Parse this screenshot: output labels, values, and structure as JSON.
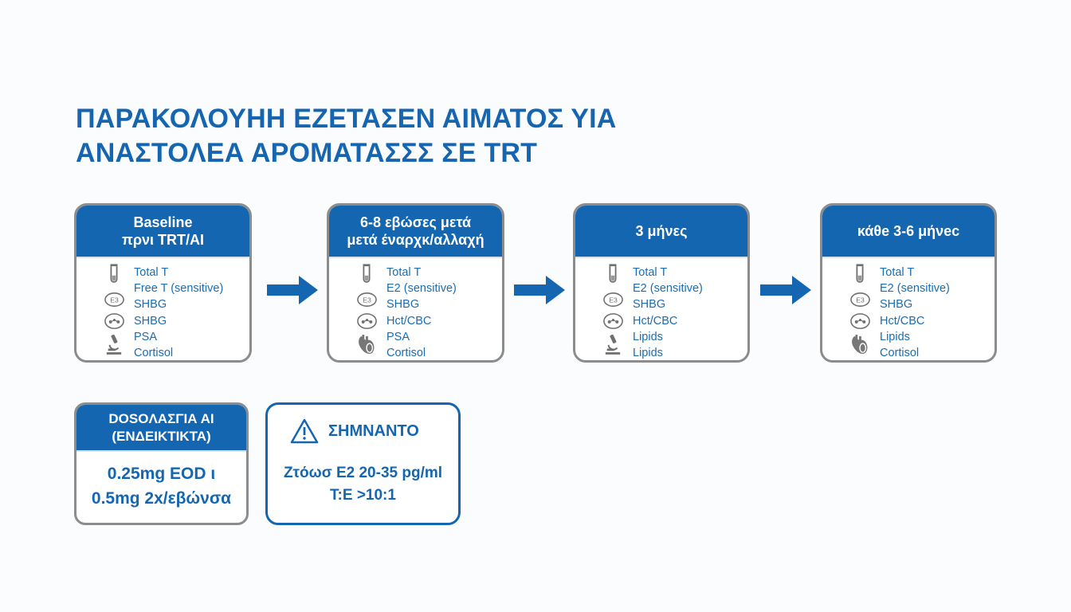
{
  "title": {
    "line1": "ΠΑΡΑΚΟΛΟΥΗΗ ΕΖΕΤΑΣΕΝ  ΑΙΜΑΤΟΣ ΥΙΑ",
    "line2": "ΑΝΑΣΤΟΛΕΑ ΑΡΟΜΑΤΑΣΣΣ ΣΕ TRT"
  },
  "colors": {
    "accent": "#1566b1",
    "border": "#8c8c8c",
    "text": "#1a6db2"
  },
  "timeline": [
    {
      "header": [
        "Baseline",
        "πρνι TRT/AI"
      ],
      "items": [
        "Total T",
        "Free T (sensitive)",
        "SHBG",
        "SHBG",
        "PSA",
        "Cortisol"
      ],
      "icons": [
        "test-tube-icon",
        "e3-badge-icon",
        "blood-cells-icon",
        "microscope-icon"
      ]
    },
    {
      "header": [
        "6-8 εβώσες μετά",
        "μετά έναρχκ/αλλαχή"
      ],
      "items": [
        "Total T",
        "E2 (sensitive)",
        "SHBG",
        "Hct/CBC",
        "PSA",
        "Cortisol"
      ],
      "icons": [
        "test-tube-icon",
        "e3-badge-icon",
        "blood-cells-icon",
        "heart-icon"
      ]
    },
    {
      "header": [
        "3 μήνες"
      ],
      "items": [
        "Total T",
        "E2 (sensitive)",
        "SHBG",
        "Hct/CBC",
        "Lipids",
        "Lipids"
      ],
      "icons": [
        "test-tube-icon",
        "e3-badge-icon",
        "blood-cells-icon",
        "microscope-icon"
      ]
    },
    {
      "header": [
        "κάθe 3-6 μήνec"
      ],
      "items": [
        "Total T",
        "E2 (sensitive)",
        "SHBG",
        "Hct/CBC",
        "Lipids",
        "Cortisol"
      ],
      "icons": [
        "test-tube-icon",
        "e3-badge-icon",
        "blood-cells-icon",
        "heart-icon"
      ]
    }
  ],
  "dosing": {
    "header": [
      "DOSOΛΑΣΓΙΑ ΑΙ",
      "(ΕΝΔΕΙΚΤΙΚΤΑ)"
    ],
    "lines": [
      "0.25mg EOD ι",
      "0.5mg 2x/εβώνσα"
    ]
  },
  "alert": {
    "icon": "warning-icon",
    "title": "ΣΗΜΝΑΝΤΟ",
    "lines": [
      "Ζτόωσ E2 20-35 pg/ml",
      "T:E >10:1"
    ]
  }
}
